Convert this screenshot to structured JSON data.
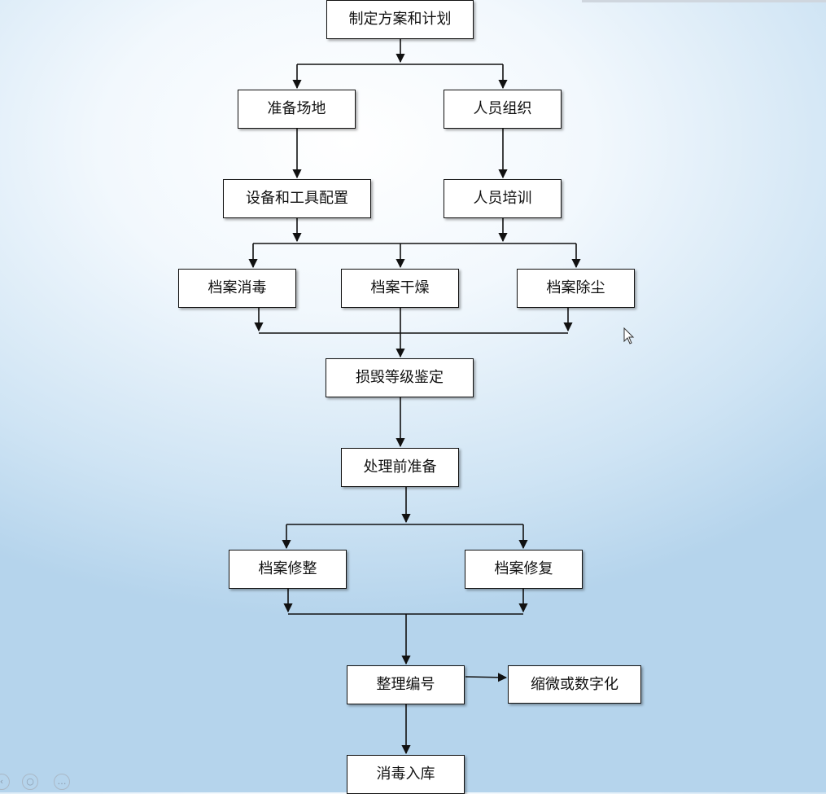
{
  "diagram": {
    "nodes": {
      "plan": "制定方案和计划",
      "venue": "准备场地",
      "staff_org": "人员组织",
      "equipment": "设备和工具配置",
      "training": "人员培训",
      "disinfect": "档案消毒",
      "dry": "档案干燥",
      "dust": "档案除尘",
      "damage": "损毁等级鉴定",
      "pre": "处理前准备",
      "tidy": "档案修整",
      "repair": "档案修复",
      "number": "整理编号",
      "micro": "缩微或数字化",
      "storage": "消毒入库"
    }
  },
  "ui": {
    "icons": [
      "back-icon",
      "zoom-icon",
      "more-icon"
    ],
    "cursor": "mouse-pointer-icon"
  }
}
